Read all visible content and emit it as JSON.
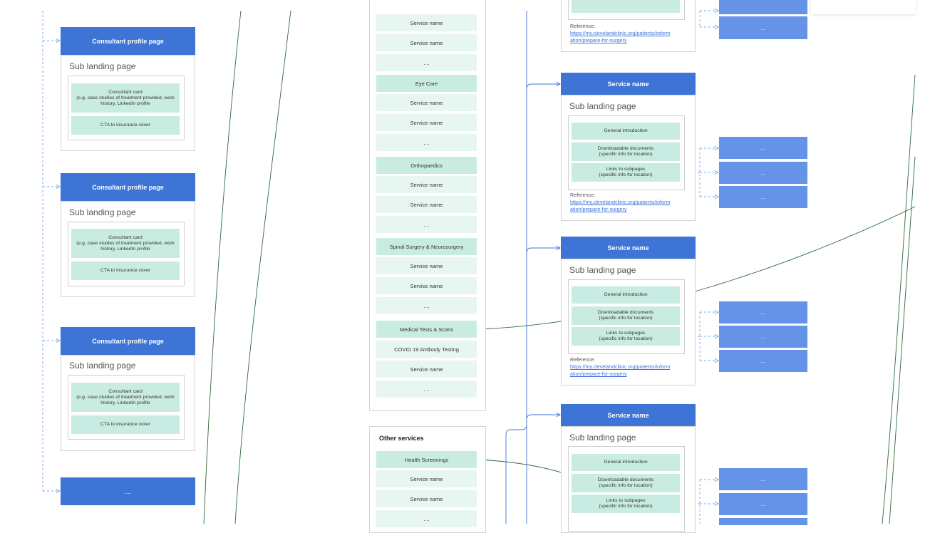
{
  "consultant": {
    "header": "Consultant profile page",
    "sub_landing": "Sub landing page",
    "card": "Consultant card\n(e.g. case studies of treatment provided, work history, LinkedIn profile",
    "cta": "CTA to insurance cover",
    "more": "...."
  },
  "services": {
    "list_top": [
      "Service name",
      "Service name",
      "...."
    ],
    "categories": [
      {
        "name": "Eye Care",
        "items": [
          "Service name",
          "Service name",
          "...."
        ]
      },
      {
        "name": "Orthopaedics",
        "items": [
          "Service name",
          "Service name",
          "...."
        ]
      },
      {
        "name": "Spinal Surgery & Neurosurgery",
        "items": [
          "Service name",
          "Service name",
          "...."
        ]
      },
      {
        "name": "Medical Tests & Scans",
        "items": [
          "COVID 19 Antibody Testing",
          "Service name",
          "...."
        ]
      }
    ],
    "other_title": "Other services",
    "other": {
      "name": "Health Screenings",
      "items": [
        "Service name",
        "Service name",
        "...."
      ]
    }
  },
  "service_page": {
    "header": "Service name",
    "sub_landing": "Sub landing page",
    "intro": "General introduction",
    "downloads": "Downloadable documents\n(specific info for location)",
    "links": "Links to subpages\n(specific info for location)",
    "reference_label": "Reference:",
    "reference_url_1": "https://my.clevelandclinic.org/patients/inform",
    "reference_url_2": "ation/prepare-for-surgery",
    "leaf": "..."
  },
  "colors": {
    "header_blue": "#3d74d6",
    "leaf_blue": "#6493e8",
    "teal": "#c9ece2",
    "mint": "#e8f6f1",
    "connector": "#2f6a3a"
  }
}
